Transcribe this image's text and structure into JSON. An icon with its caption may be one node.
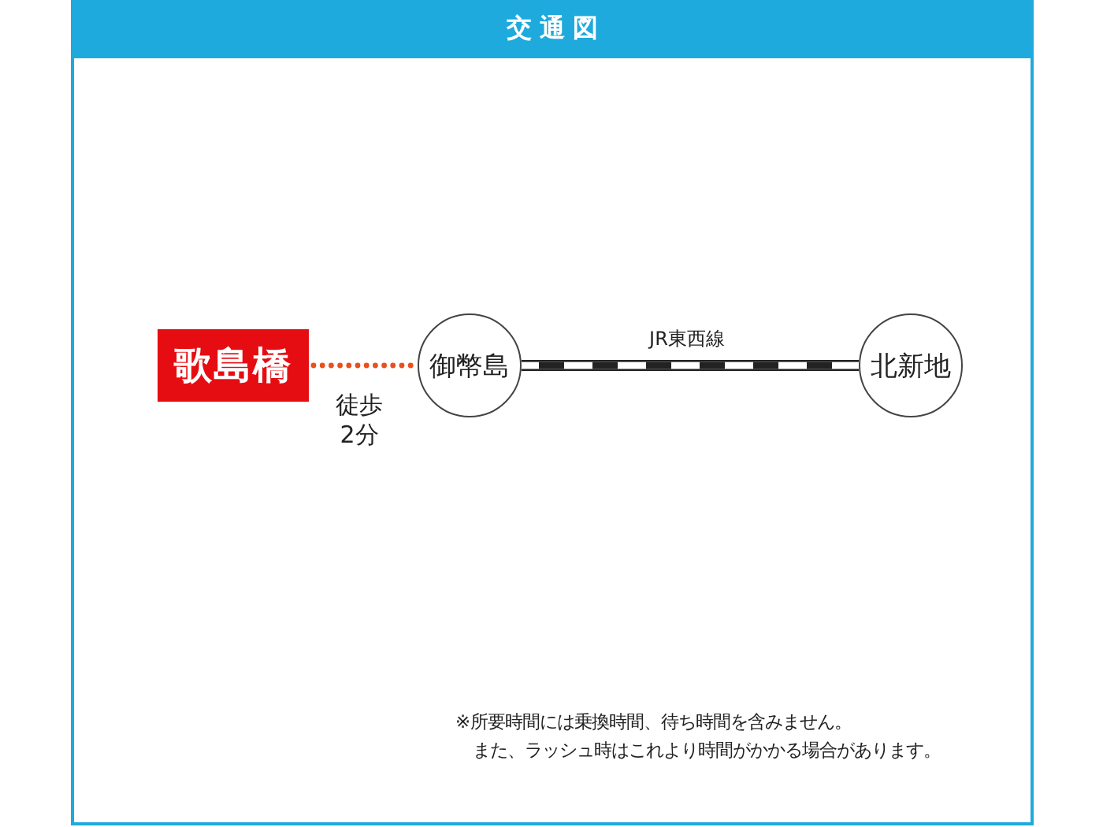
{
  "diagram": {
    "title": "交通図",
    "nodes": [
      {
        "text": [
          "歌島橋"
        ]
      },
      {
        "text": [
          "御幣島"
        ]
      },
      {
        "text": [
          "北新地"
        ]
      }
    ],
    "edges": [
      {
        "from": 0,
        "to": 1,
        "arrow": "none",
        "label": "徒歩2分",
        "style": "dashed",
        "color": "#e8501e"
      },
      {
        "from": 1,
        "to": 2,
        "arrow": "none",
        "label": "JR東西線",
        "style": "thick"
      }
    ],
    "labels": [
      "※所要時間には乗換時間、待ち時間を含みません。",
      "また、ラッシュ時はこれより時間がかかる場合があります。"
    ]
  }
}
